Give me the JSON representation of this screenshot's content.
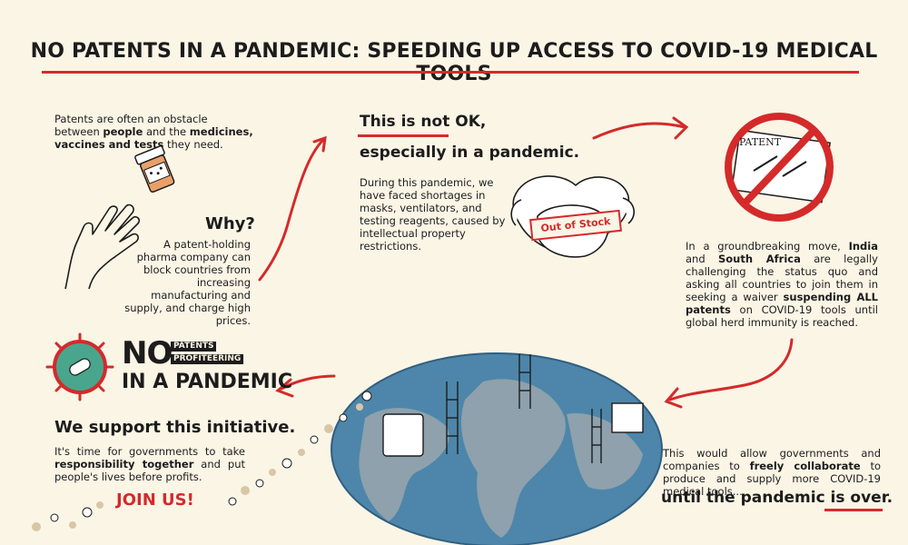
{
  "title": "NO PATENTS IN A PANDEMIC: SPEEDING UP ACCESS TO COVID-19 MEDICAL TOOLS",
  "intro": {
    "t1": "Patents are often an obstacle between ",
    "b1": "people",
    "t2": " and the ",
    "b2": "medicines, vaccines and tests",
    "t3": " they need."
  },
  "why": {
    "heading": "Why?",
    "text": "A patent-holding pharma company can block countries from increasing manufacturing and supply, and charge high prices."
  },
  "not_ok": {
    "line1": "This is not OK,",
    "line2": "especially in a pandemic.",
    "text": "During this pandemic, we have faced shortages in masks, ventilators, and testing reagents, caused by intellectual property restrictions.",
    "stamp": "Out of Stock"
  },
  "patent_label": "PATENT",
  "india": {
    "t1": "In a groundbreaking move, ",
    "b1": "India",
    "t2": " and ",
    "b2": "South Africa",
    "t3": " are legally challenging the status quo and asking all countries to join them in seeking a waiver ",
    "b3": "suspending ALL patents",
    "t4": " on COVID-19 tools until global herd immunity is reached."
  },
  "collab": {
    "t1": "This would allow governments and companies to ",
    "b1": "freely collaborate",
    "t2": " to produce and supply more COVID-19 medical tools..."
  },
  "until": "until the pandemic is over.",
  "logo": {
    "no": "NO",
    "tag1": "PATENTS",
    "tag2": "PROFITEERING",
    "line2": "IN A PANDEMIC"
  },
  "support": {
    "heading": "We support this initiative.",
    "t1": "It's time for governments to take ",
    "b1": "responsibility together",
    "t2": " and put people's lives before profits.",
    "cta": "JOIN US!"
  },
  "colors": {
    "accent_red": "#d42a2a",
    "ocean_blue": "#4d86aa",
    "background": "#fbf5e6",
    "virus_green": "#4aa58d"
  }
}
